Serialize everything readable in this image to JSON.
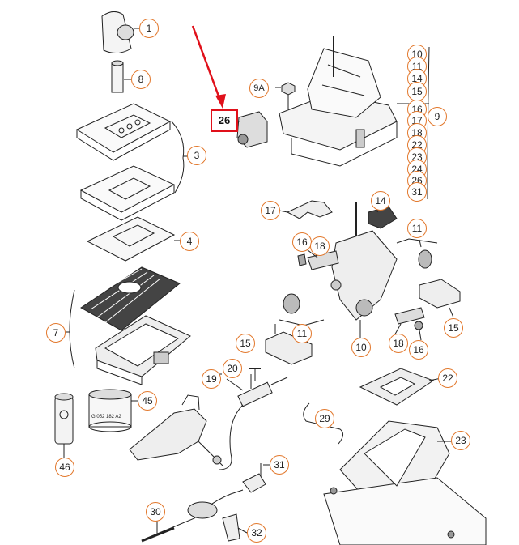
{
  "highlight": {
    "label": "26",
    "color": "#e0101a"
  },
  "accent_color": "#e2772b",
  "parts": {
    "p1": "1",
    "p8": "8",
    "p9a": "9A",
    "p3": "3",
    "p4": "4",
    "p7": "7",
    "p46": "46",
    "p45": "45",
    "p17": "17",
    "p14": "14",
    "p11a": "11",
    "p16a": "16",
    "p18a": "18",
    "p11b": "11",
    "p15a": "15",
    "p10": "10",
    "p18b": "18",
    "p16b": "16",
    "p15b": "15",
    "p20": "20",
    "p19": "19",
    "p22": "22",
    "p29": "29",
    "p23": "23",
    "p31": "31",
    "p30": "30",
    "p32": "32",
    "p9": "9"
  },
  "stack_labels": [
    "10",
    "11",
    "14",
    "15",
    "16",
    "17",
    "18",
    "22",
    "23",
    "24",
    "26",
    "31"
  ],
  "engraved_text": "G 052 182 A2"
}
